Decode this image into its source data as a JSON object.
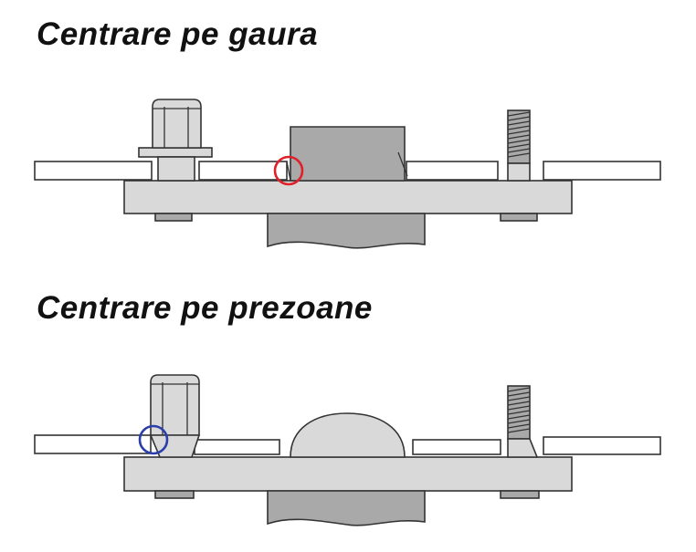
{
  "titles": {
    "top": "Centrare pe gaura",
    "bottom": "Centrare pe prezoane"
  },
  "colors": {
    "text": "#111111",
    "outline": "#333333",
    "light_gray": "#d9d9d9",
    "dark_gray": "#a9a9a9",
    "highlight_top": "#e0202a",
    "highlight_bottom": "#2a3faa"
  },
  "icons": {
    "highlight_top": "red-circle-marker",
    "highlight_bottom": "blue-circle-marker"
  }
}
